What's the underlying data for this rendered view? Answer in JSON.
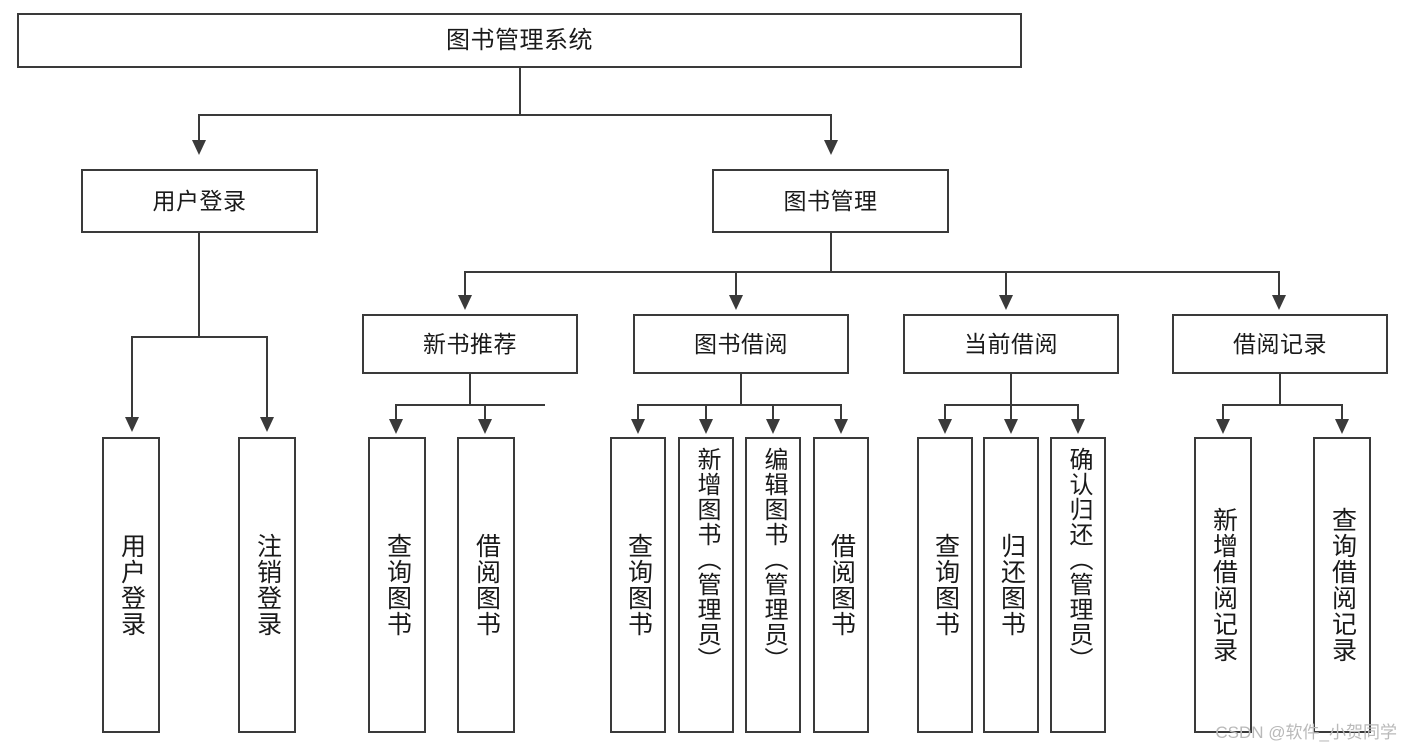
{
  "diagram": {
    "title": "图书管理系统",
    "type": "tree",
    "watermark": "CSDN @软件_小贺同学",
    "colors": {
      "box_stroke": "#3a3a3a",
      "box_fill": "#ffffff",
      "connector": "#3a3a3a",
      "text": "#1a1a1a",
      "watermark": "#b9b9b9"
    },
    "root": {
      "label": "图书管理系统"
    },
    "level2": [
      {
        "label": "用户登录"
      },
      {
        "label": "图书管理"
      }
    ],
    "level3": [
      {
        "label": "新书推荐"
      },
      {
        "label": "图书借阅"
      },
      {
        "label": "当前借阅"
      },
      {
        "label": "借阅记录"
      }
    ],
    "leaves_user_login": [
      {
        "label": "用户登录"
      },
      {
        "label": "注销登录"
      }
    ],
    "leaves_new_book": [
      {
        "label": "查询图书"
      },
      {
        "label": "借阅图书"
      }
    ],
    "leaves_borrow": [
      {
        "label": "查询图书"
      },
      {
        "label": "新增图书（管理员）"
      },
      {
        "label": "编辑图书（管理员）"
      },
      {
        "label": "借阅图书"
      }
    ],
    "leaves_current": [
      {
        "label": "查询图书"
      },
      {
        "label": "归还图书"
      },
      {
        "label": "确认归还（管理员）"
      }
    ],
    "leaves_records": [
      {
        "label": "新增借阅记录"
      },
      {
        "label": "查询借阅记录"
      }
    ]
  }
}
